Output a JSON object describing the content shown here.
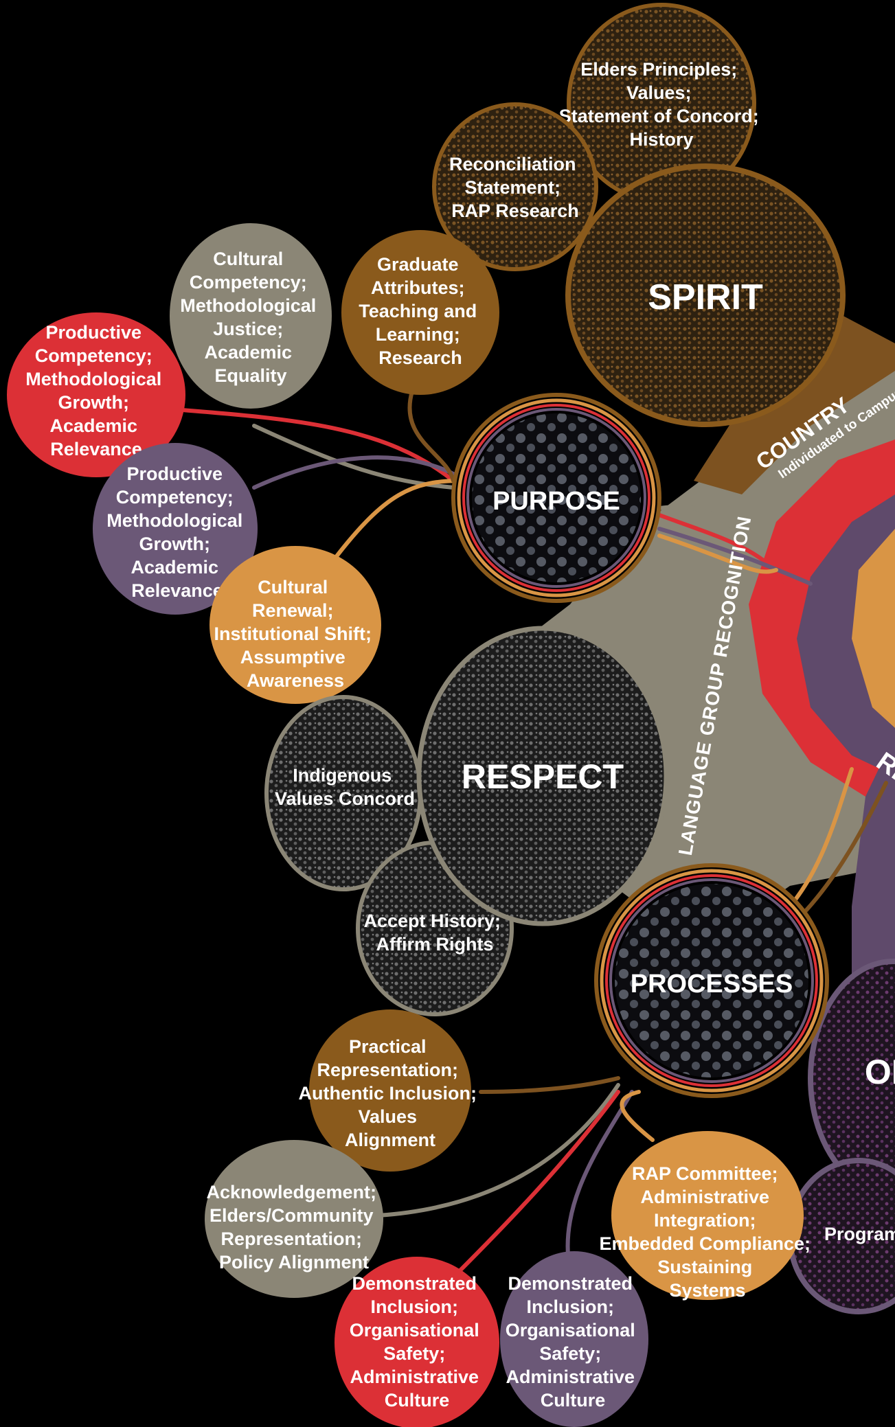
{
  "colors": {
    "background": "#000000",
    "brown": "#8a5a1c",
    "brown_dark": "#3a2a15",
    "taupe": "#8b8676",
    "red": "#dc3036",
    "purple": "#6b5877",
    "orange": "#d99545",
    "dark_dot_fill": "#121212"
  },
  "hubs": {
    "spirit": "SPIRIT",
    "purpose": "PURPOSE",
    "respect": "RESPECT",
    "processes": "PROCESSES",
    "op_partial": "OP",
    "re_partial": "RE"
  },
  "arc_labels": {
    "country": "COUNTRY",
    "country_sub": "Individuated to Campus",
    "language": "LANGUAGE GROUP RECOGNITION"
  },
  "nodes": {
    "elders": [
      "Elders Principles;",
      "Values;",
      "Statement of Concord;",
      "History"
    ],
    "reconciliation": [
      "Reconciliation",
      "Statement;",
      "RAP Research"
    ],
    "graduate": [
      "Graduate",
      "Attributes;",
      "Teaching and",
      "Learning;",
      "Research"
    ],
    "cultural_competency": [
      "Cultural",
      "Competency;",
      "Methodological",
      "Justice;",
      "Academic",
      "Equality"
    ],
    "productive_red": [
      "Productive",
      "Competency;",
      "Methodological",
      "Growth;",
      "Academic",
      "Relevance"
    ],
    "productive_purple": [
      "Productive",
      "Competency;",
      "Methodological",
      "Growth;",
      "Academic",
      "Relevance"
    ],
    "cultural_renewal": [
      "Cultural",
      "Renewal;",
      "Institutional Shift;",
      "Assumptive",
      "Awareness"
    ],
    "indigenous": [
      "Indigenous",
      "Values Concord"
    ],
    "accept_history": [
      "Accept History;",
      "Affirm Rights"
    ],
    "practical": [
      "Practical",
      "Representation;",
      "Authentic Inclusion;",
      "Values",
      "Alignment"
    ],
    "acknowledgement": [
      "Acknowledgement;",
      "Elders/Community",
      "Representation;",
      "Policy Alignment"
    ],
    "demonstrated_red": [
      "Demonstrated",
      "Inclusion;",
      "Organisational",
      "Safety;",
      "Administrative",
      "Culture"
    ],
    "demonstrated_purple": [
      "Demonstrated",
      "Inclusion;",
      "Organisational",
      "Safety;",
      "Administrative",
      "Culture"
    ],
    "rap_committee": [
      "RAP Committee;",
      "Administrative",
      "Integration;",
      "Embedded Compliance;",
      "Sustaining",
      "Systems"
    ],
    "programs": [
      "Programs"
    ]
  }
}
